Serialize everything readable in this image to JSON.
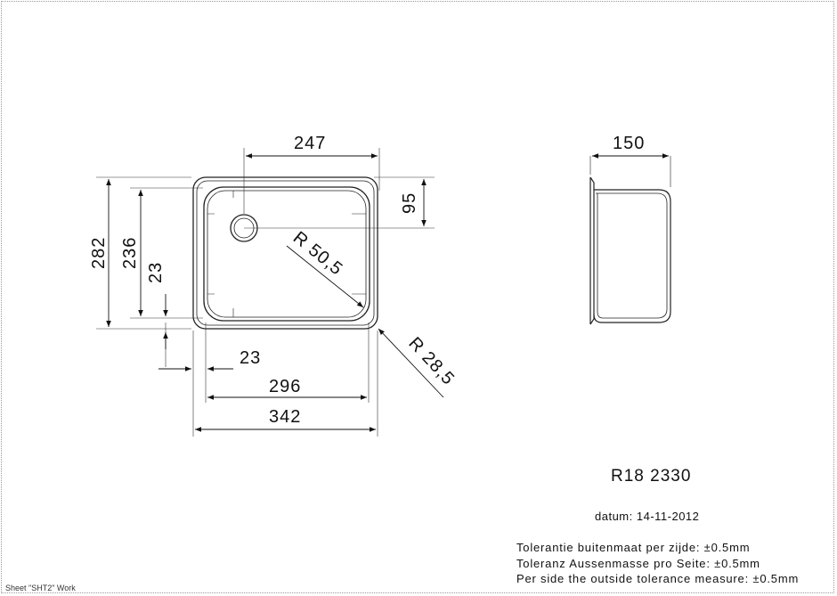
{
  "drawing": {
    "dimensions": {
      "top_width": "247",
      "right_depth": "95",
      "outer_height": "282",
      "inner_height": "236",
      "inner_offset_left": "23",
      "radius_inner": "R 50,5",
      "radius_outer": "R 28,5",
      "offset_bottom": "23",
      "inner_width": "296",
      "outer_width": "342",
      "side_depth": "150"
    },
    "product_code": "R18 2330",
    "date_label": "datum: 14-11-2012",
    "tolerances": [
      "Tolerantie buitenmaat per zijde:  ±0.5mm",
      "Toleranz Aussenmasse pro Seite:  ±0.5mm",
      "Per side the outside tolerance measure:  ±0.5mm"
    ],
    "sheet_label": "Sheet \"SHT2\" Work"
  }
}
